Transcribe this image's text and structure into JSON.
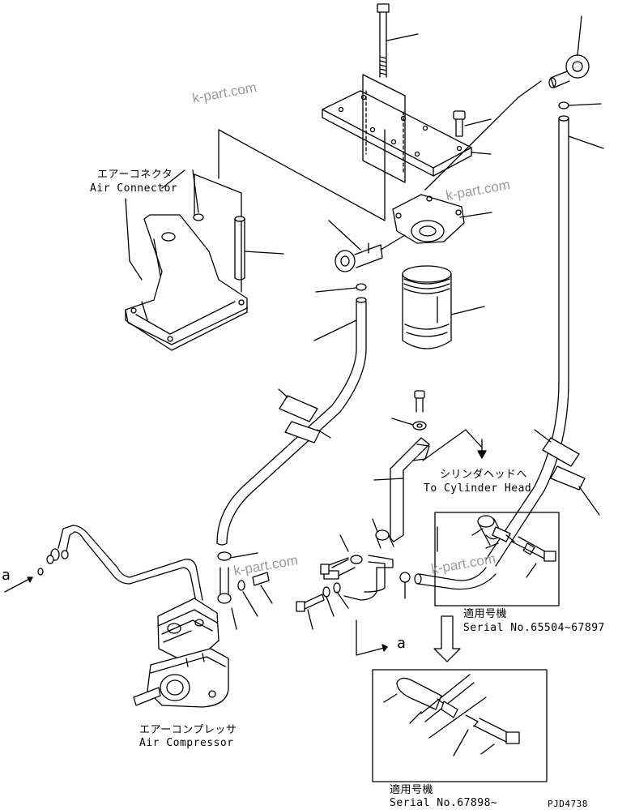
{
  "labels": {
    "air_connector_jp": "エアーコネクタ",
    "air_connector_en": "Air Connector",
    "cylinder_head_jp": "シリンダヘッドへ",
    "cylinder_head_en": "To Cylinder Head",
    "air_compressor_jp": "エアーコンプレッサ",
    "air_compressor_en": "Air Compressor",
    "serial_1_jp": "適用号機",
    "serial_1_en": "Serial No.65504~67897",
    "serial_2_jp": "適用号機",
    "serial_2_en": "Serial No.67898~",
    "view_a_left": "a",
    "view_a_bottom": "a",
    "drawing_code": "PJD4738"
  },
  "watermarks": [
    "k-part.com",
    "k-part.com",
    "k-part.com",
    "k-part.com"
  ]
}
